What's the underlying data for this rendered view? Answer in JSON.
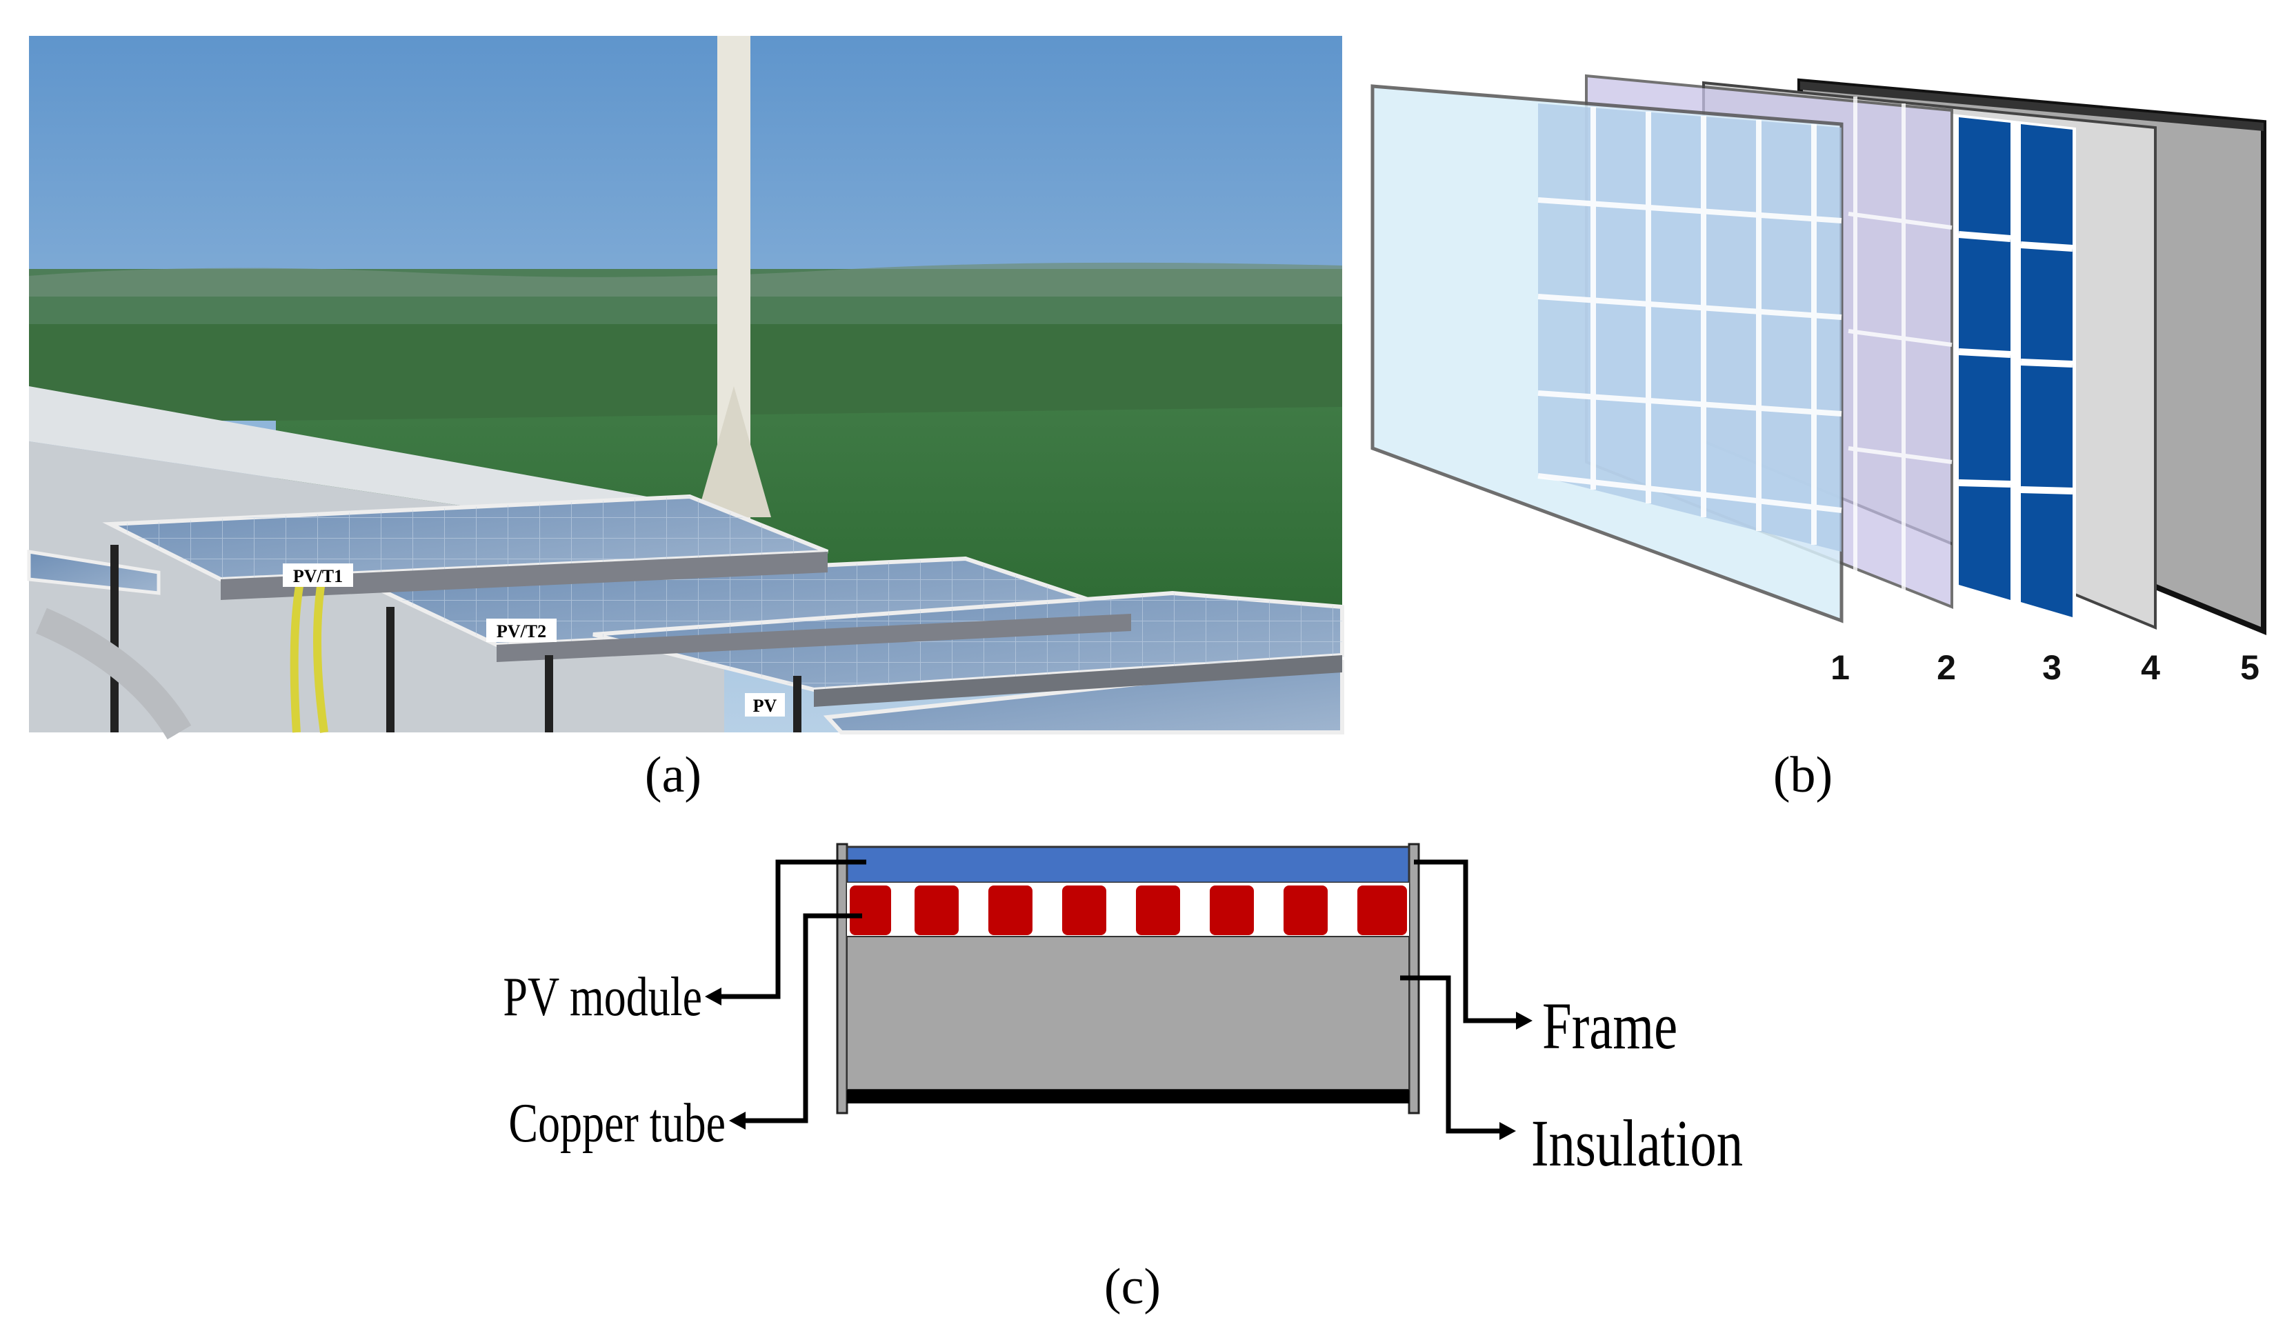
{
  "panel_a": {
    "caption": "(a)",
    "tags": [
      "PV/T1",
      "PV/T2",
      "PV"
    ]
  },
  "panel_b": {
    "caption": "(b)",
    "layer_numbers": [
      "1",
      "2",
      "3",
      "4",
      "5"
    ],
    "colors": {
      "glass": "#d8eef9",
      "cells": "#0a4f9e",
      "frame": "#a9a9a9"
    }
  },
  "panel_c": {
    "caption": "(c)",
    "labels": {
      "pv_module": "PV module",
      "copper_tube": "Copper tube",
      "frame": "Frame",
      "insulation": "Insulation"
    },
    "colors": {
      "pv_module": "#4472c4",
      "copper_tube": "#c00000",
      "insulation": "#a6a6a6",
      "base": "#000000"
    }
  }
}
